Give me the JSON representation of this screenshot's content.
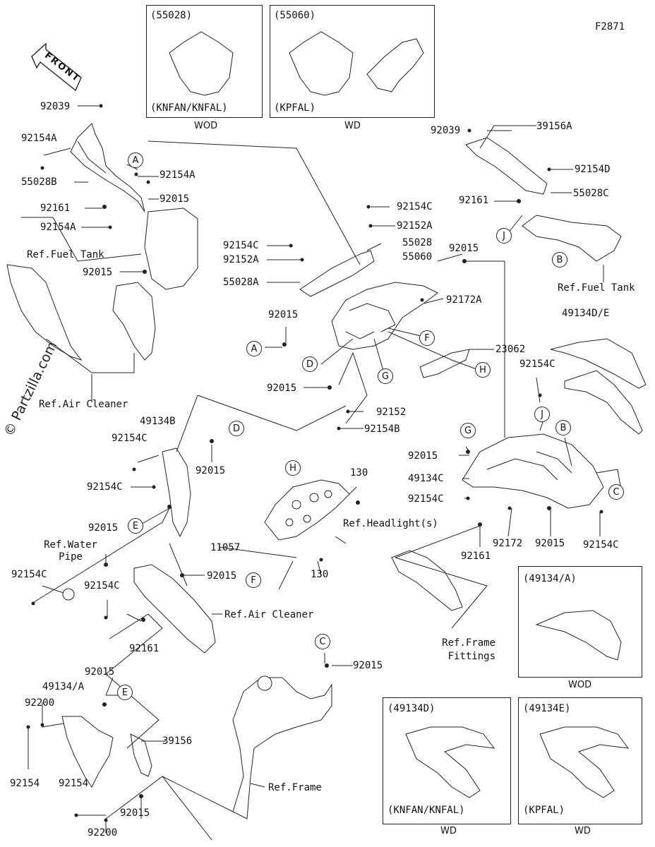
{
  "figure_id": "F2871",
  "watermark": "© Partzilla.com",
  "front_label": "FRONT",
  "inset_boxes": [
    {
      "part": "(55028)",
      "model": "(KNFAN/KNFAL)",
      "variant": "WOD"
    },
    {
      "part": "(55060)",
      "model": "(KPFAL)",
      "variant": "WD"
    },
    {
      "part": "(49134/A)",
      "model": "",
      "variant": "WOD"
    },
    {
      "part": "(49134D)",
      "model": "(KNFAN/KNFAL)",
      "variant": "WD"
    },
    {
      "part": "(49134E)",
      "model": "(KPFAL)",
      "variant": "WD"
    }
  ],
  "part_labels": [
    "92039",
    "92154A",
    "55028B",
    "92154A",
    "92015",
    "92161",
    "92154A",
    "92015",
    "92039",
    "39156A",
    "92154D",
    "92161",
    "55028C",
    "92154C",
    "92152A",
    "92154C",
    "92152A",
    "55028",
    "55060",
    "55028A",
    "92015",
    "92172A",
    "92015",
    "23062",
    "49134D/E",
    "92154C",
    "92015",
    "92152",
    "92154B",
    "49134B",
    "92154C",
    "92015",
    "92154C",
    "130",
    "92015",
    "49134C",
    "92154C",
    "11057",
    "130",
    "92015",
    "92154C",
    "92015",
    "92154C",
    "92161",
    "92172",
    "92015",
    "92154C",
    "92161",
    "92015",
    "49134/A",
    "92015",
    "92200",
    "39156",
    "92154",
    "92154",
    "92015",
    "92200"
  ],
  "references": [
    "Ref.Fuel Tank",
    "Ref.Fuel Tank",
    "Ref.Air Cleaner",
    "Ref.Headlight(s)",
    "Ref.Water Pipe",
    "Ref.Air Cleaner",
    "Ref.Frame Fittings",
    "Ref.Frame"
  ],
  "callouts": [
    "A",
    "A",
    "B",
    "B",
    "C",
    "C",
    "D",
    "D",
    "E",
    "E",
    "F",
    "F",
    "G",
    "G",
    "H",
    "H",
    "J",
    "J"
  ]
}
